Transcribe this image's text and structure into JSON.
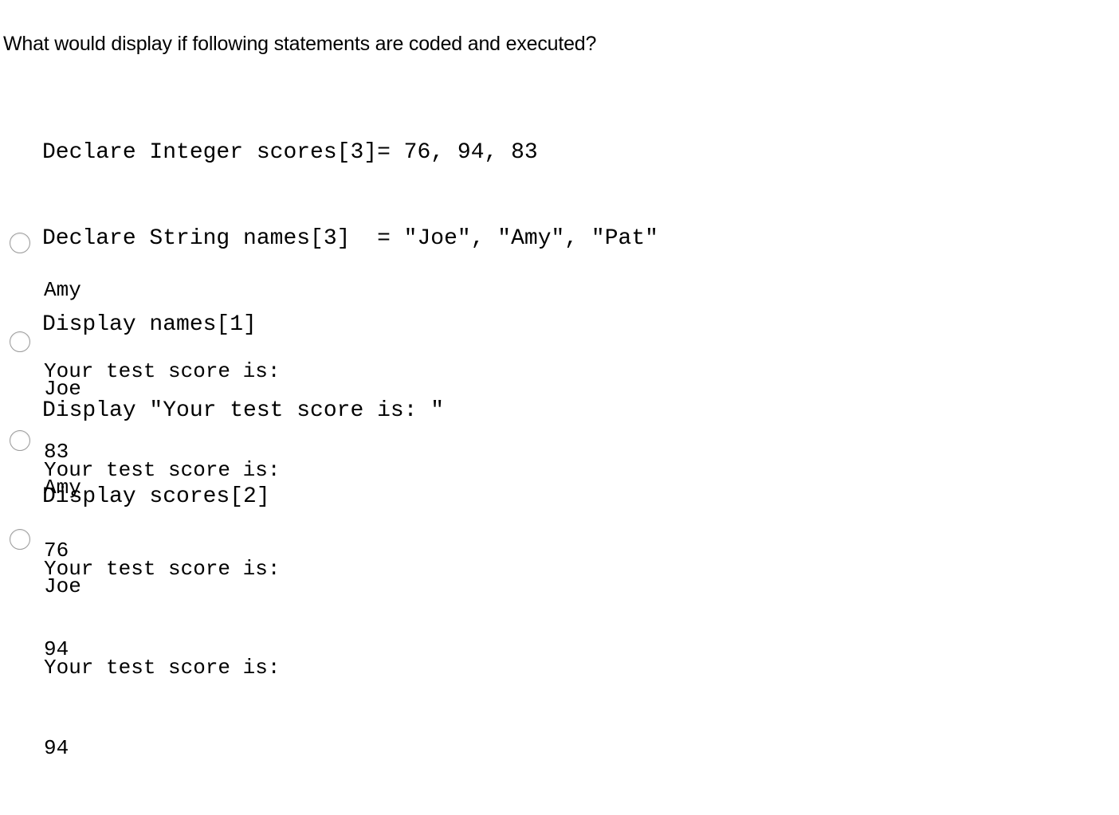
{
  "question": {
    "text": "What would display if following statements are coded and executed?"
  },
  "code": {
    "lines": [
      "Declare Integer scores[3]= 76, 94, 83",
      "Declare String names[3]  = \"Joe\", \"Amy\", \"Pat\"",
      "Display names[1]",
      "Display \"Your test score is: \"",
      "Display scores[2]"
    ]
  },
  "options": [
    {
      "lines": [
        "Amy",
        "Your test score is:",
        "83"
      ]
    },
    {
      "lines": [
        "Joe",
        "Your test score is:",
        "76"
      ]
    },
    {
      "lines": [
        "Amy",
        "Your test score is:",
        "94"
      ]
    },
    {
      "lines": [
        "Joe",
        "Your test score is:",
        "94"
      ]
    }
  ]
}
